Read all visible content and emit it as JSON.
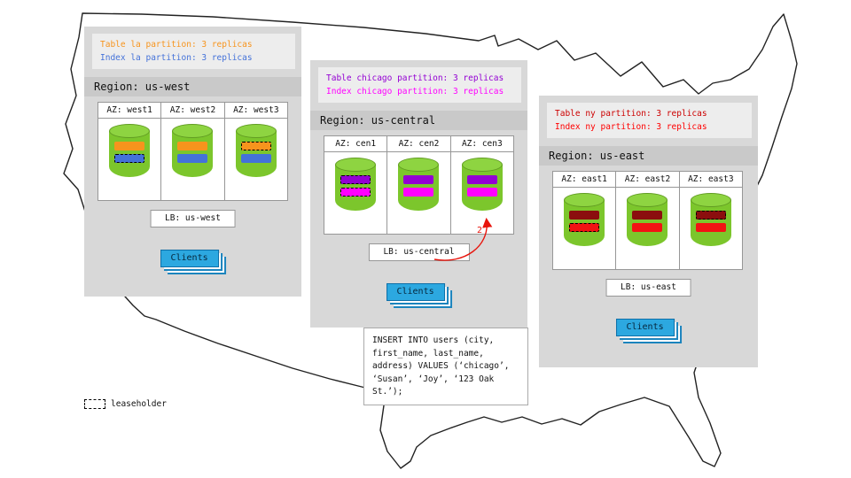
{
  "palette": {
    "orange": "#F7941D",
    "blue": "#4472D9",
    "purple": "#9400D3",
    "magenta": "#FF00FF",
    "darkred": "#8B0E0E",
    "red": "#F21313",
    "cylinder_green": "#7CC62C",
    "cylinder_top_green": "#8ED441",
    "clients_blue": "#2CA8E0",
    "arrow_red": "#E8140C",
    "panel_gray": "#d8d8d8",
    "header_gray": "#c9c9c9"
  },
  "regions": [
    {
      "id": "us-west",
      "title": "Region: us-west",
      "annotations": [
        {
          "text": "Table la partition: 3 replicas",
          "color": "#F7941D"
        },
        {
          "text": "Index la partition: 3 replicas",
          "color": "#4472D9"
        }
      ],
      "azs": [
        {
          "label": "AZ: west1",
          "bars": [
            {
              "color": "orange",
              "leaseholder": false
            },
            {
              "color": "blue",
              "leaseholder": true
            }
          ]
        },
        {
          "label": "AZ: west2",
          "bars": [
            {
              "color": "orange",
              "leaseholder": false
            },
            {
              "color": "blue",
              "leaseholder": false
            }
          ]
        },
        {
          "label": "AZ: west3",
          "bars": [
            {
              "color": "orange",
              "leaseholder": true
            },
            {
              "color": "blue",
              "leaseholder": false
            }
          ]
        }
      ],
      "lb_label": "LB: us-west",
      "clients_label": "Clients"
    },
    {
      "id": "us-central",
      "title": "Region: us-central",
      "annotations": [
        {
          "text": "Table chicago partition: 3 replicas",
          "color": "#9400D3"
        },
        {
          "text": "Index chicago partition: 3 replicas",
          "color": "#FF00FF"
        }
      ],
      "azs": [
        {
          "label": "AZ: cen1",
          "bars": [
            {
              "color": "purple",
              "leaseholder": true
            },
            {
              "color": "magenta",
              "leaseholder": true
            }
          ]
        },
        {
          "label": "AZ: cen2",
          "bars": [
            {
              "color": "purple",
              "leaseholder": false
            },
            {
              "color": "magenta",
              "leaseholder": false
            }
          ]
        },
        {
          "label": "AZ: cen3",
          "bars": [
            {
              "color": "purple",
              "leaseholder": false
            },
            {
              "color": "magenta",
              "leaseholder": false
            }
          ]
        }
      ],
      "lb_label": "LB: us-central",
      "clients_label": "Clients"
    },
    {
      "id": "us-east",
      "title": "Region: us-east",
      "annotations": [
        {
          "text": "Table ny partition: 3 replicas",
          "color": "#CC0000"
        },
        {
          "text": "Index ny partition: 3 replicas",
          "color": "#FF0000"
        }
      ],
      "azs": [
        {
          "label": "AZ: east1",
          "bars": [
            {
              "color": "darkred",
              "leaseholder": false
            },
            {
              "color": "red",
              "leaseholder": true
            }
          ]
        },
        {
          "label": "AZ: east2",
          "bars": [
            {
              "color": "darkred",
              "leaseholder": false
            },
            {
              "color": "red",
              "leaseholder": false
            }
          ]
        },
        {
          "label": "AZ: east3",
          "bars": [
            {
              "color": "darkred",
              "leaseholder": true
            },
            {
              "color": "red",
              "leaseholder": false
            }
          ]
        }
      ],
      "lb_label": "LB: us-east",
      "clients_label": "Clients"
    }
  ],
  "sql": {
    "lines": [
      "INSERT INTO users (city,",
      "first_name, last_name,",
      "address) VALUES (‘chicago’,",
      "‘Susan’, ‘Joy’, ‘123 Oak",
      "St.’);"
    ]
  },
  "arrow": {
    "label": "2"
  },
  "legend": {
    "label": "leaseholder"
  }
}
